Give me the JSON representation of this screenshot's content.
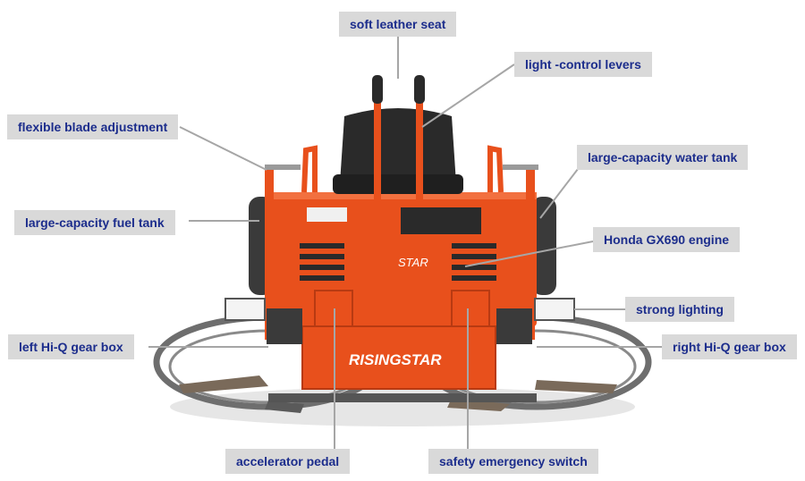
{
  "brand": {
    "logo_text": "RISINGSTAR",
    "panel_text": "STAR"
  },
  "colors": {
    "body": "#e8501c",
    "body_dark": "#b83a12",
    "frame": "#6e6e6e",
    "label_bg": "#d9d9d9",
    "label_text": "#1c2d8c",
    "leader": "#a6a6a6"
  },
  "labels": {
    "soft_leather_seat": "soft leather seat",
    "light_control_levers": "light -control levers",
    "flexible_blade_adjustment": "flexible blade adjustment",
    "large_capacity_water_tank": "large-capacity water tank",
    "large_capacity_fuel_tank": "large-capacity fuel tank",
    "honda_engine": "Honda GX690 engine",
    "strong_lighting": "strong lighting",
    "left_gear_box": "left Hi-Q gear box",
    "right_gear_box": "right Hi-Q gear box",
    "accelerator_pedal": "accelerator pedal",
    "safety_emergency_switch": "safety emergency switch"
  }
}
